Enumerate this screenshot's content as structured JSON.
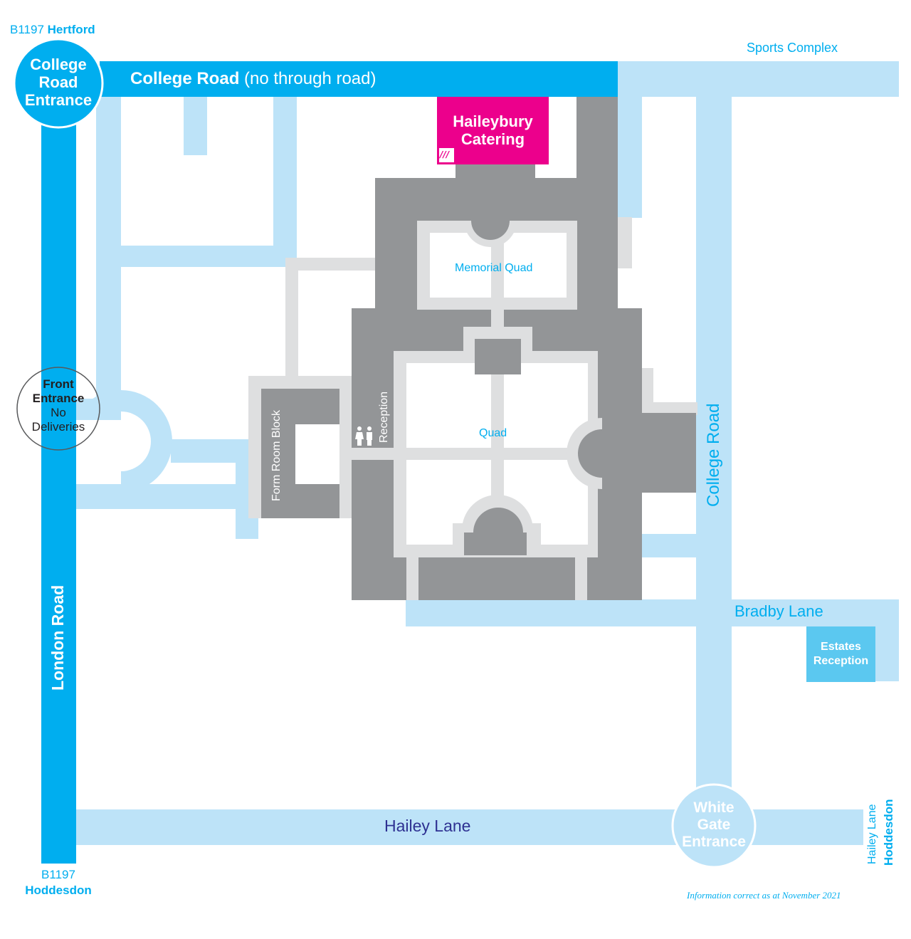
{
  "top_left": {
    "road_code": "B1197",
    "town": "Hertford"
  },
  "college_road_entrance": {
    "line1": "College",
    "line2": "Road",
    "line3": "Entrance"
  },
  "college_road_top": {
    "name": "College Road",
    "note": "(no through road)"
  },
  "sports_complex": "Sports Complex",
  "catering": {
    "line1": "Haileybury",
    "line2": "Catering",
    "logo": "///"
  },
  "memorial_quad": "Memorial Quad",
  "quad": "Quad",
  "reception": "Reception",
  "form_room_block": "Form Room Block",
  "front_entrance": {
    "line1": "Front",
    "line2": "Entrance",
    "line3": "No",
    "line4": "Deliveries"
  },
  "college_road_right": "College Road",
  "bradby_lane": "Bradby Lane",
  "estates_reception": {
    "line1": "Estates",
    "line2": "Reception"
  },
  "london_road": "London Road",
  "hailey_lane": "Hailey Lane",
  "white_gate_entrance": {
    "line1": "White",
    "line2": "Gate",
    "line3": "Entrance"
  },
  "bottom_left": {
    "road_code": "B1197",
    "town": "Hoddesdon"
  },
  "bottom_right": {
    "road": "Hailey Lane",
    "town": "Hoddesdon"
  },
  "footnote": "Information correct as at November 2021",
  "icons": [
    "toilets-icon",
    "catering-logo-icon"
  ],
  "colors": {
    "main_road": "#00aeef",
    "minor_road": "#bde3f8",
    "building": "#939597",
    "walkway": "#dedfe0",
    "catering": "#ec008c",
    "navy_text": "#2e3192"
  }
}
